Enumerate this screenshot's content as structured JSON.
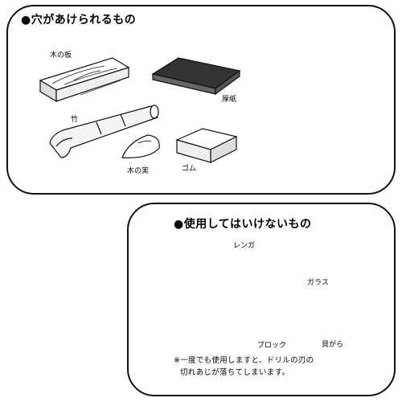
{
  "sections": {
    "can_drill": {
      "title": "●穴があけられるもの",
      "items": {
        "wood_board": "木の板",
        "cardboard": "厚紙",
        "bamboo": "竹",
        "nut": "木の実",
        "rubber": "ゴム"
      }
    },
    "cannot_drill": {
      "title": "●使用してはいけないもの",
      "items": {
        "brick": "レンガ",
        "glass": "ガラス",
        "block": "ブロック",
        "shell": "貝がら"
      },
      "note_line1": "※一度でも使用しますと、ドリルの刃の",
      "note_line2": "切れあじが落ちてしまいます。"
    }
  }
}
